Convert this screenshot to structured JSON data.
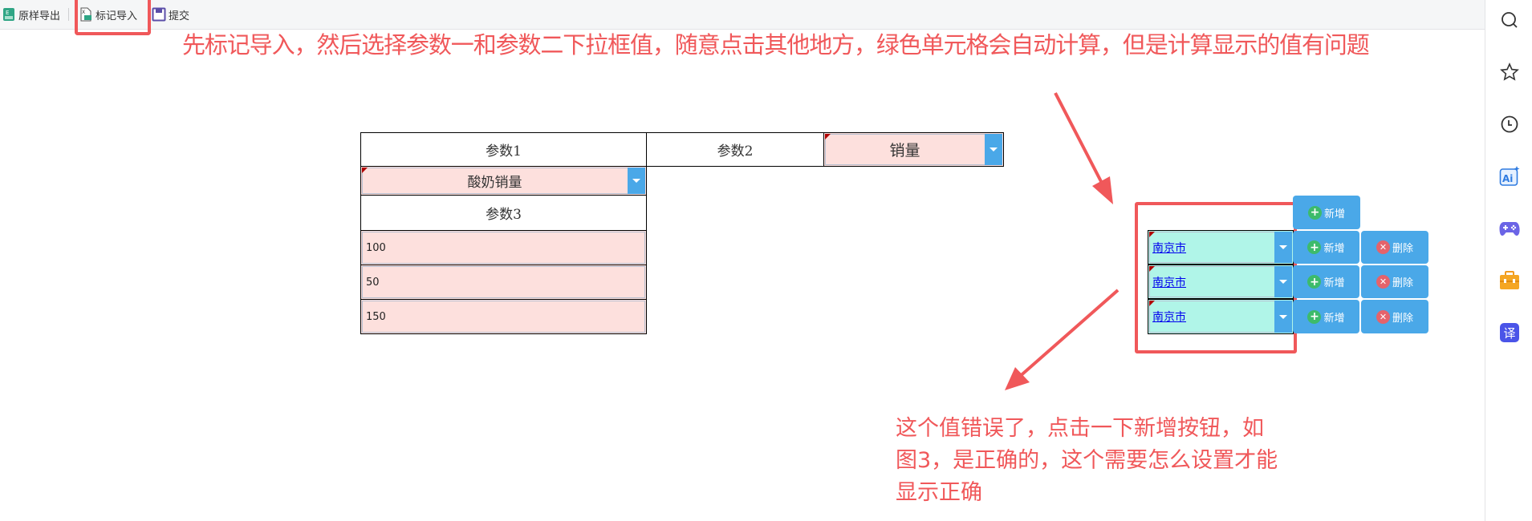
{
  "toolbar": {
    "items": [
      {
        "label": "原样导出",
        "icon": "excel-export-icon"
      },
      {
        "label": "标记导入",
        "icon": "excel-import-icon"
      },
      {
        "label": "提交",
        "icon": "save-icon"
      }
    ]
  },
  "annotations": {
    "top": "先标记导入，然后选择参数一和参数二下拉框值，随意点击其他地方，绿色单元格会自动计算，但是计算显示的值有问题",
    "bottom": "这个值错误了，点击一下新增按钮，如图3，是正确的，这个需要怎么设置才能显示正确",
    "color": "#f0585a"
  },
  "sheet": {
    "param1_label": "参数1",
    "param1_value": "酸奶销量",
    "param2_label": "参数2",
    "param2_value": "销量",
    "param3_label": "参数3",
    "values": [
      "100",
      "50",
      "150"
    ],
    "city_cells": [
      "南京市",
      "南京市",
      "南京市"
    ]
  },
  "actions": {
    "add_label": "新增",
    "delete_label": "删除"
  },
  "sidebar": {
    "items": [
      "search-icon",
      "star-icon",
      "history-clock-icon",
      "ai-icon",
      "game-controller-icon",
      "toolbox-icon",
      "translate-icon"
    ],
    "translate_glyph": "译",
    "ai_glyph": "Ai"
  },
  "colors": {
    "pink_cell": "#fde0dd",
    "green_cell": "#b0f5e8",
    "button_blue": "#4aa8e8",
    "add_green": "#3dbb6b",
    "delete_red": "#e5636b"
  }
}
